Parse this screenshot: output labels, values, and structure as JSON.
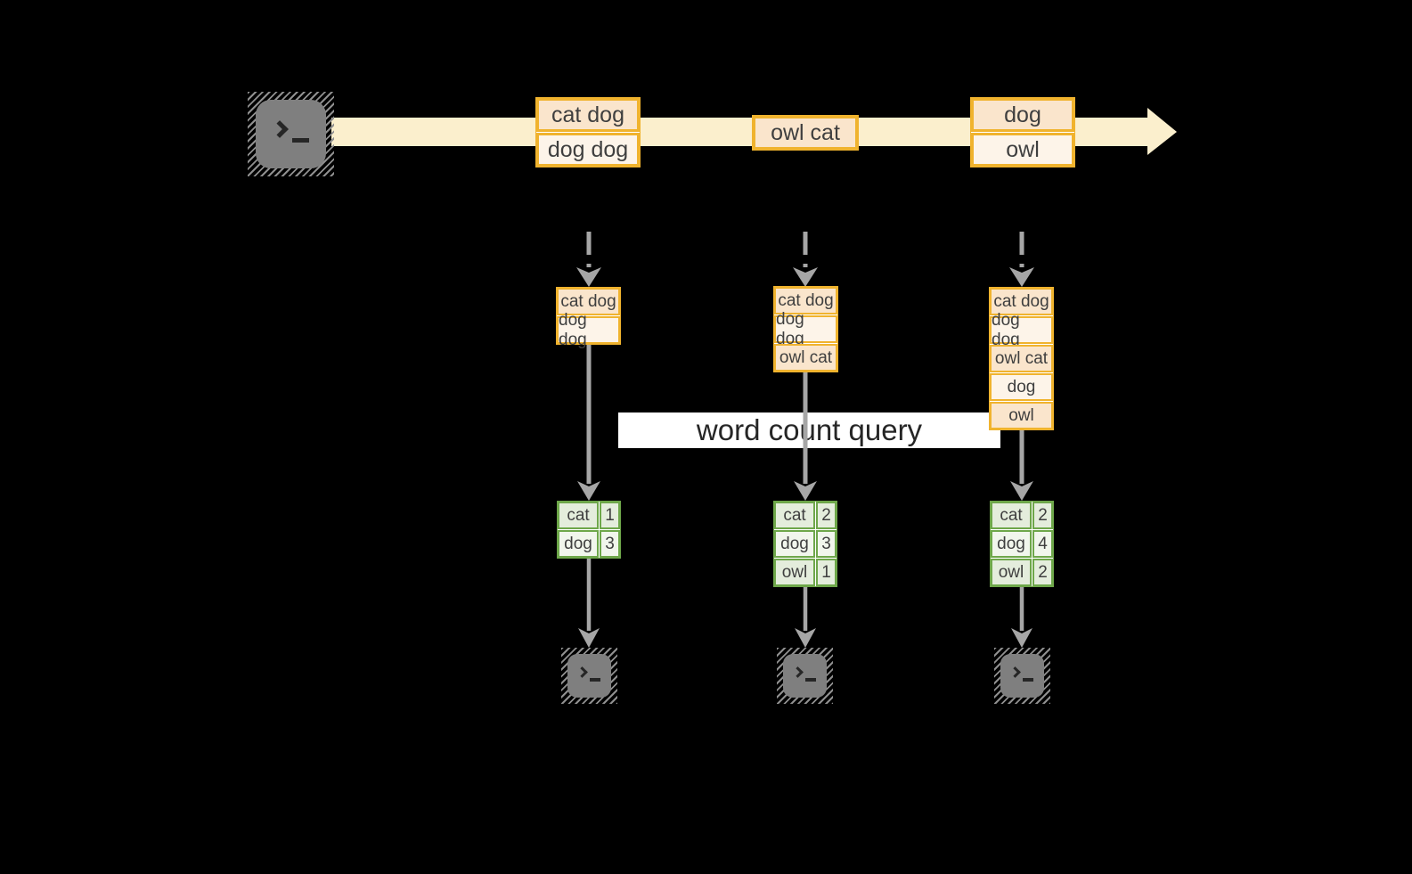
{
  "label": {
    "text": "word count query"
  },
  "stream": {
    "events": [
      {
        "rows": [
          "cat dog",
          "dog dog"
        ]
      },
      {
        "rows": [
          "owl cat"
        ]
      },
      {
        "rows": [
          "dog",
          "owl"
        ]
      }
    ]
  },
  "columns": [
    {
      "state": [
        "cat dog",
        "dog dog"
      ],
      "counts": [
        {
          "word": "cat",
          "count": "1"
        },
        {
          "word": "dog",
          "count": "3"
        }
      ]
    },
    {
      "state": [
        "cat dog",
        "dog dog",
        "owl cat"
      ],
      "counts": [
        {
          "word": "cat",
          "count": "2"
        },
        {
          "word": "dog",
          "count": "3"
        },
        {
          "word": "owl",
          "count": "1"
        }
      ]
    },
    {
      "state": [
        "cat dog",
        "dog dog",
        "owl cat",
        "dog",
        "owl"
      ],
      "counts": [
        {
          "word": "cat",
          "count": "2"
        },
        {
          "word": "dog",
          "count": "4"
        },
        {
          "word": "owl",
          "count": "2"
        }
      ]
    }
  ],
  "icons": {
    "source": "terminal-icon",
    "sinks": [
      "terminal-icon",
      "terminal-icon",
      "terminal-icon"
    ]
  },
  "colors": {
    "background": "#000000",
    "stream_arrow": "#FBEFCD",
    "event_border": "#F0B32E",
    "event_fill_dark": "#FAE5CC",
    "event_fill_light": "#FDF4E9",
    "table_border": "#6EA74A",
    "table_fill_dark": "#E4EDDC",
    "table_fill_light": "#F1F6EC",
    "connector": "#A6A6A6",
    "icon_gray": "#7F7F7F",
    "label_bg": "#FFFFFF",
    "text": "#3F3F3F"
  }
}
